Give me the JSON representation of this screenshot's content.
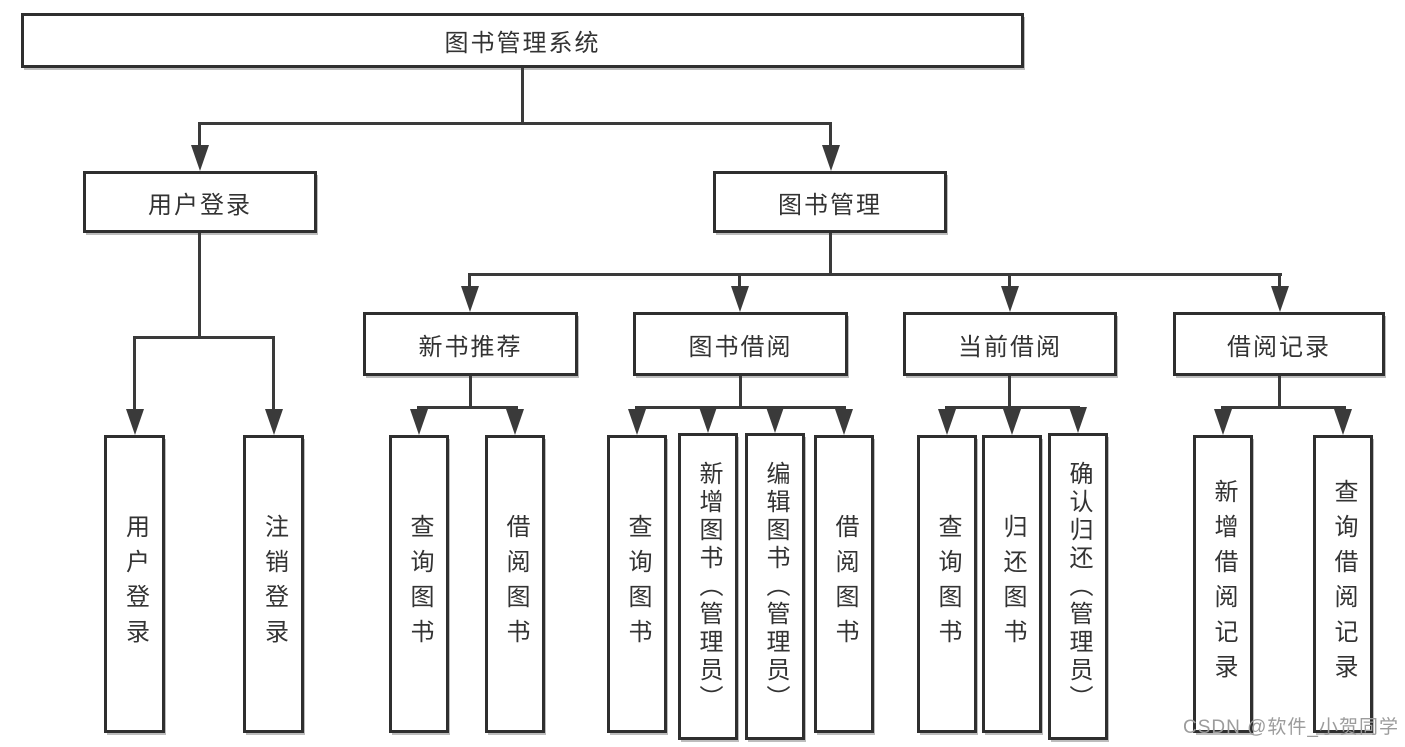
{
  "tree": {
    "root": "图书管理系统",
    "branches": [
      {
        "label": "用户登录",
        "children": [
          "用户登录",
          "注销登录"
        ]
      },
      {
        "label": "图书管理",
        "groups": [
          {
            "label": "新书推荐",
            "children": [
              "查询图书",
              "借阅图书"
            ]
          },
          {
            "label": "图书借阅",
            "children": [
              "查询图书",
              "新增图书（管理员）",
              "编辑图书（管理员）",
              "借阅图书"
            ]
          },
          {
            "label": "当前借阅",
            "children": [
              "查询图书",
              "归还图书",
              "确认归还（管理员）"
            ]
          },
          {
            "label": "借阅记录",
            "children": [
              "新增借阅记录",
              "查询借阅记录"
            ]
          }
        ]
      }
    ]
  },
  "watermark": {
    "text": "CSDN @软件_小贺同学"
  },
  "colors": {
    "border": "#2f2f2f",
    "text": "#333333",
    "line": "#3a3a3a",
    "watermark": "#9c9c9c",
    "background": "#ffffff"
  }
}
